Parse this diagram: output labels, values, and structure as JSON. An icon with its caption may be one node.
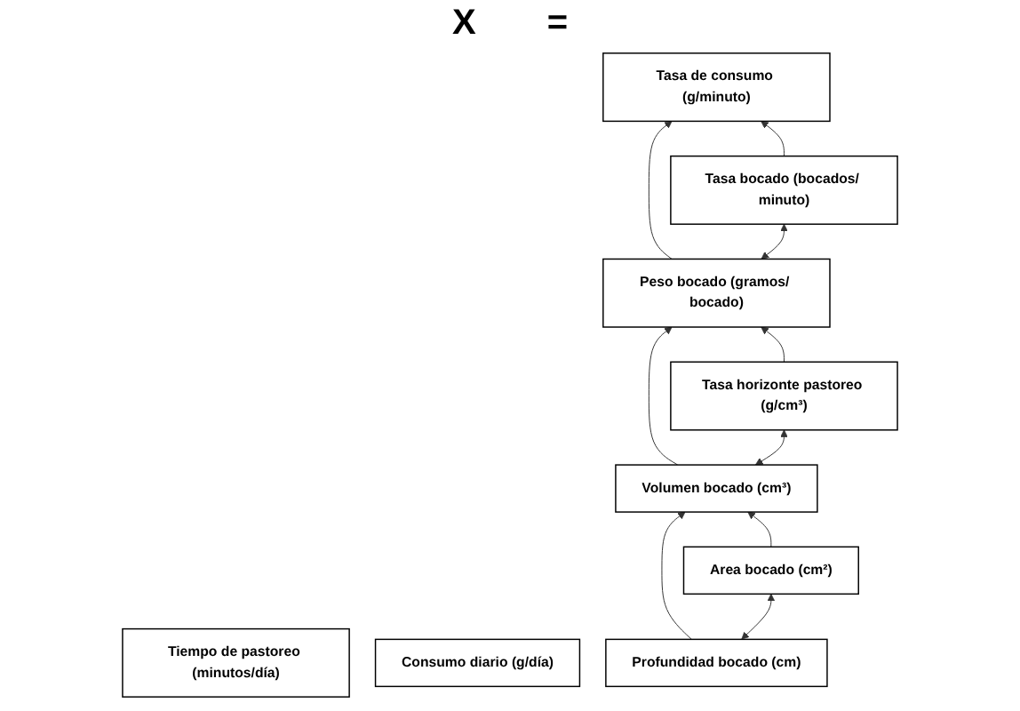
{
  "diagram": {
    "nodes": [
      {
        "text": [
          "Tiempo de pastoreo (minutos/día)"
        ]
      },
      {
        "text": [
          "Tasa de consumo (g/minuto)"
        ]
      },
      {
        "text": [
          "Consumo diario (g/día)"
        ]
      },
      {
        "text": [
          "Peso bocado (gramos/ bocado)"
        ]
      },
      {
        "text": [
          "Tasa bocado (bocados/ minuto)"
        ]
      },
      {
        "text": [
          "Volumen bocado (cm³)"
        ]
      },
      {
        "text": [
          "Tasa horizonte pastoreo (g/cm³)"
        ]
      },
      {
        "text": [
          "Profundidad bocado (cm)"
        ]
      },
      {
        "text": [
          "Area bocado (cm²)"
        ]
      }
    ],
    "edges": [
      {
        "from": 3,
        "to": 1,
        "arrow": "to"
      },
      {
        "from": 4,
        "to": 1,
        "arrow": "to"
      },
      {
        "from": 3,
        "to": 4,
        "arrow": "both"
      },
      {
        "from": 5,
        "to": 3,
        "arrow": "to"
      },
      {
        "from": 6,
        "to": 3,
        "arrow": "to"
      },
      {
        "from": 5,
        "to": 6,
        "arrow": "both"
      },
      {
        "from": 7,
        "to": 5,
        "arrow": "to"
      },
      {
        "from": 8,
        "to": 5,
        "arrow": "to"
      },
      {
        "from": 7,
        "to": 8,
        "arrow": "both"
      }
    ],
    "labels": [
      "X",
      "="
    ]
  }
}
